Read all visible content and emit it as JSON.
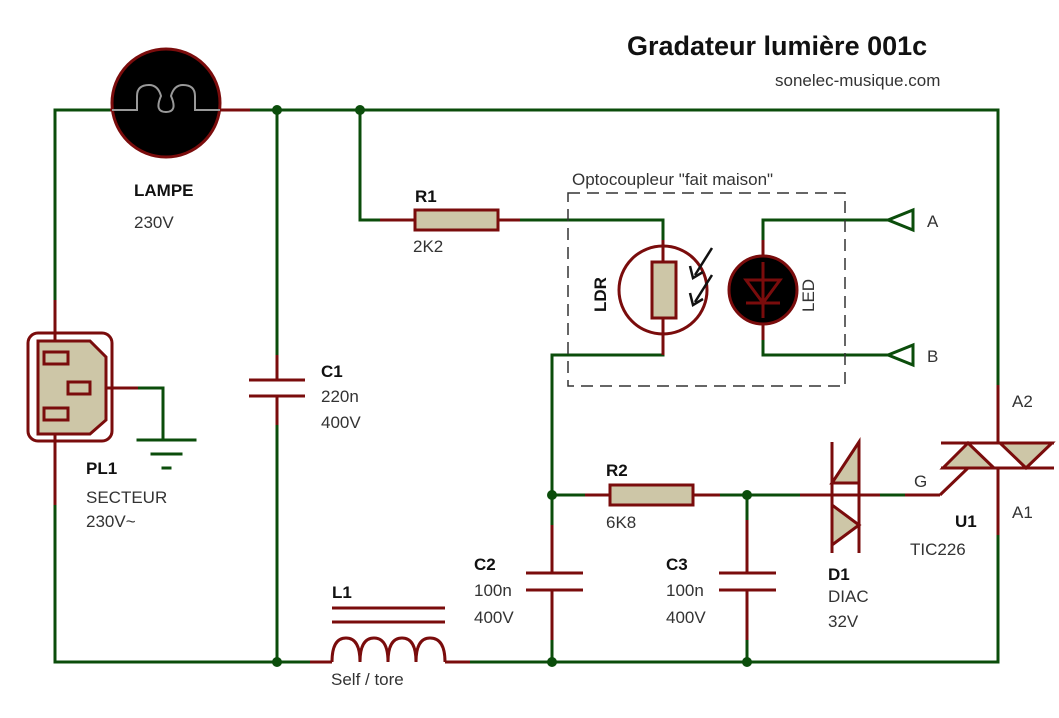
{
  "title": "Gradateur lumière 001c",
  "subtitle": "sonelec-musique.com",
  "colors": {
    "wire": "#0b4d0b",
    "component": "#7a0c0c",
    "component_fill": "#cdc6a7",
    "lamp_fill": "#000000"
  },
  "optocoupler_box": {
    "label": "Optocoupleur \"fait maison\""
  },
  "components": {
    "lamp": {
      "ref": "LAMPE",
      "value": "230V",
      "icon": "lamp-icon"
    },
    "pl1": {
      "ref": "PL1",
      "value": "SECTEUR",
      "value2": "230V~",
      "icon": "mains-socket-icon"
    },
    "c1": {
      "ref": "C1",
      "value": "220n",
      "value2": "400V",
      "icon": "capacitor-icon"
    },
    "r1": {
      "ref": "R1",
      "value": "2K2",
      "icon": "resistor-icon"
    },
    "ldr": {
      "ref": "LDR",
      "icon": "ldr-icon"
    },
    "led": {
      "ref": "LED",
      "icon": "led-icon"
    },
    "r2": {
      "ref": "R2",
      "value": "6K8",
      "icon": "resistor-icon"
    },
    "c2": {
      "ref": "C2",
      "value": "100n",
      "value2": "400V",
      "icon": "capacitor-icon"
    },
    "c3": {
      "ref": "C3",
      "value": "100n",
      "value2": "400V",
      "icon": "capacitor-icon"
    },
    "d1": {
      "ref": "D1",
      "value": "DIAC",
      "value2": "32V",
      "icon": "diac-icon"
    },
    "u1": {
      "ref": "U1",
      "value": "TIC226",
      "pin_a2": "A2",
      "pin_a1": "A1",
      "pin_g": "G",
      "icon": "triac-icon"
    },
    "l1": {
      "ref": "L1",
      "value": "Self / tore",
      "icon": "inductor-icon"
    }
  },
  "terminals": {
    "a": "A",
    "b": "B"
  }
}
